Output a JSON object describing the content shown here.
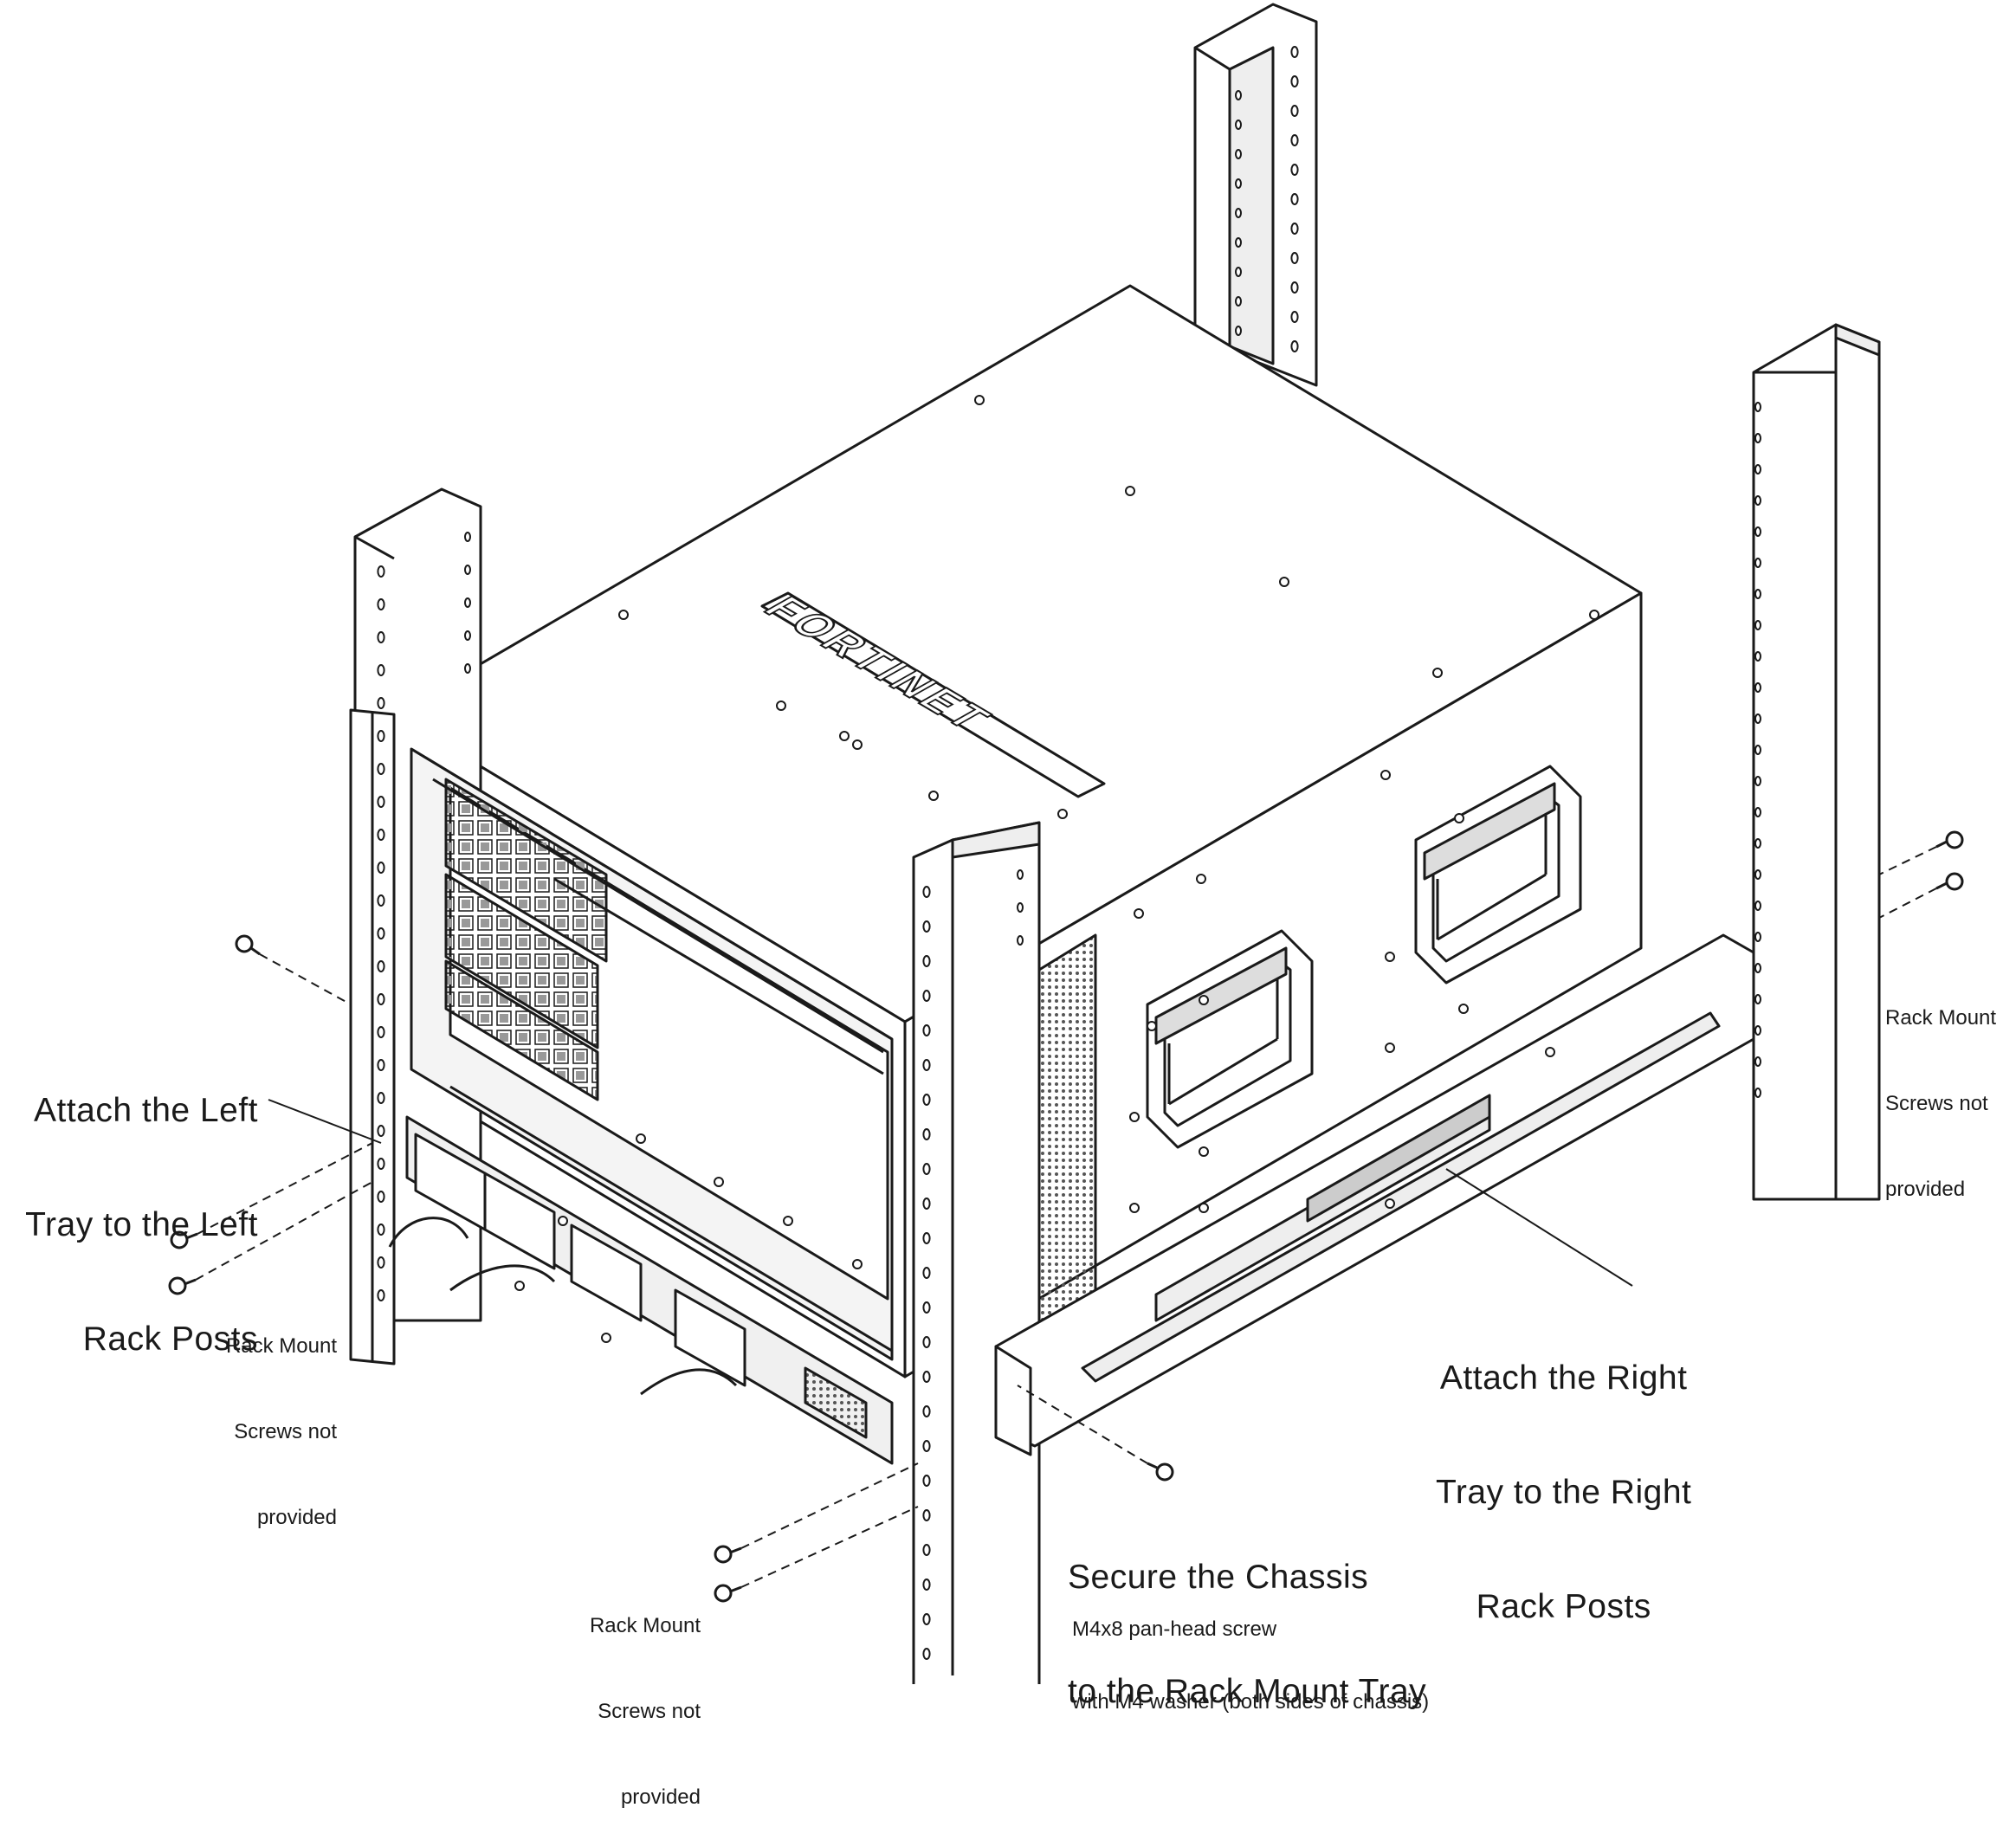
{
  "logo": {
    "text": "FORTINET"
  },
  "labels": {
    "left_tray": [
      "Attach the Left",
      "Tray to the Left",
      "Rack Posts"
    ],
    "right_tray": [
      "Attach the Right",
      "Tray to the Right",
      "Rack Posts"
    ],
    "secure_chassis": [
      "Secure the Chassis",
      "to the Rack Mount Tray"
    ],
    "screw_spec": [
      "M4x8 pan-head screw",
      "with M4 washer (both sides of chassis)"
    ],
    "screws_left": [
      "Rack Mount",
      "Screws not",
      "provided"
    ],
    "screws_bottom": [
      "Rack Mount",
      "Screws not",
      "provided"
    ],
    "screws_right": [
      "Rack Mount",
      "Screws not",
      "provided"
    ]
  },
  "colors": {
    "line": "#1a1a1a",
    "fill": "#ffffff",
    "shade": "#d9d9d9",
    "dark": "#8c8c8c"
  }
}
